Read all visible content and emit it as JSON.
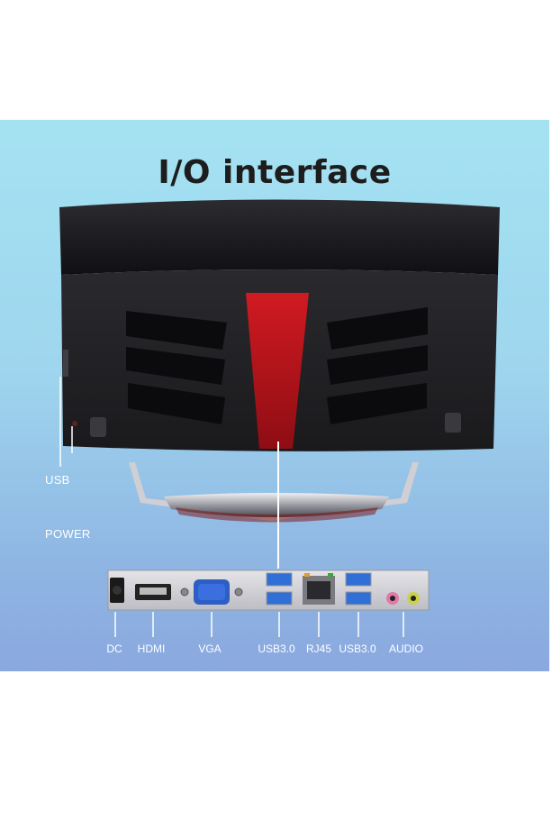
{
  "title": "I/O interface",
  "side_labels": {
    "usb": "USB",
    "power": "POWER"
  },
  "port_labels": {
    "dc": "DC",
    "hdmi": "HDMI",
    "vga": "VGA",
    "usb30_left": "USB3.0",
    "rj45": "RJ45",
    "usb30_right": "USB3.0",
    "audio": "AUDIO"
  },
  "colors": {
    "background_top": "#a4e2f2",
    "background_bottom": "#8aa8df",
    "chassis": "#1e1e22",
    "accent_red": "#c8141c",
    "usb_blue": "#2f6fd6",
    "label_white": "#ffffff"
  }
}
